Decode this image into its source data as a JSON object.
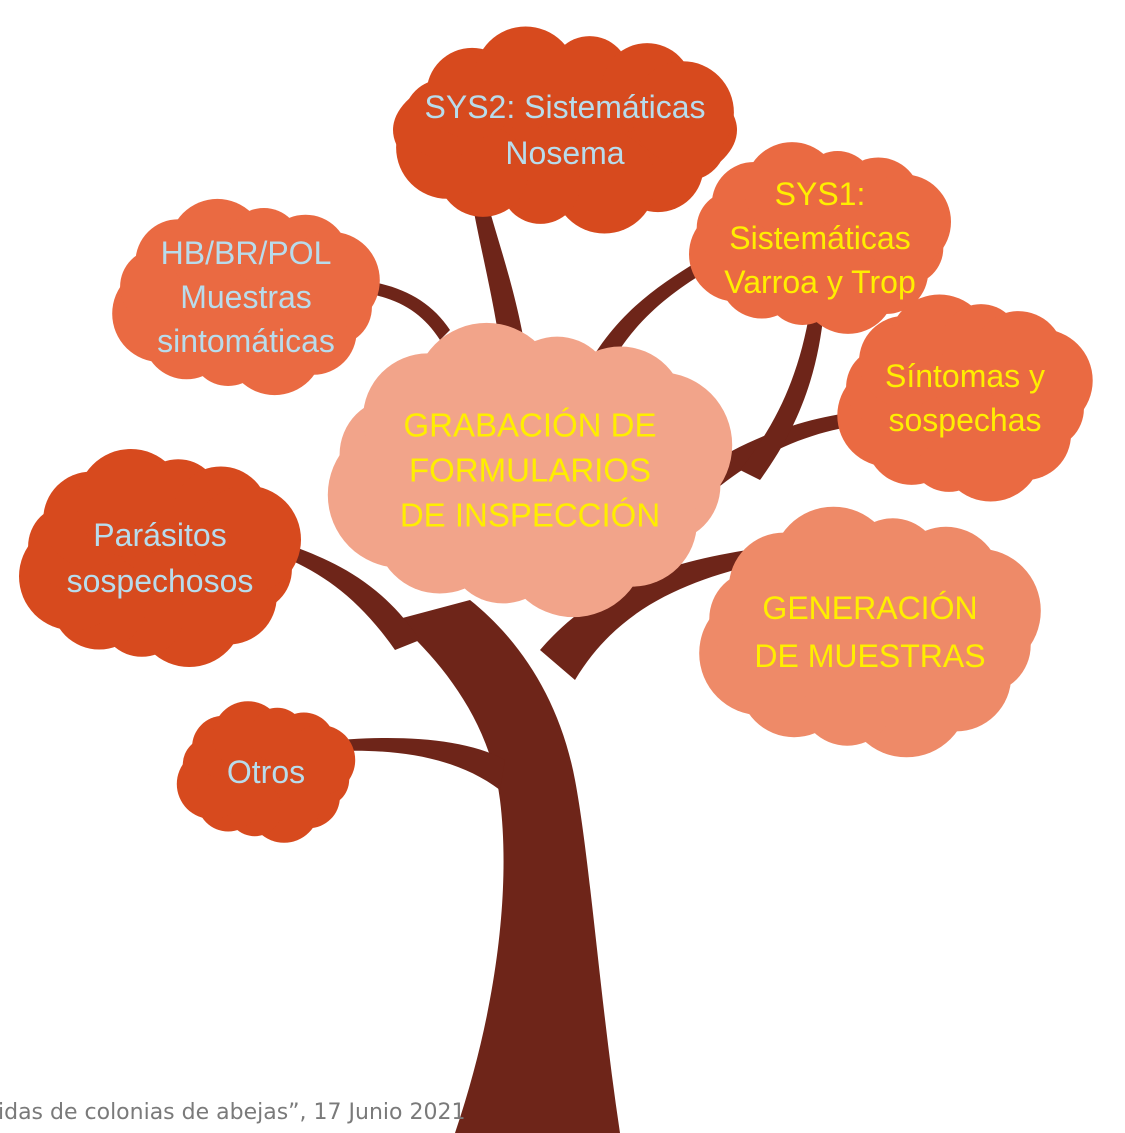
{
  "diagram": {
    "colors": {
      "trunk": "#6e2519",
      "cloud_dark": "#d74a1e",
      "cloud_mid": "#ea6a42",
      "cloud_light": "#ee8a68",
      "cloud_center": "#f2a48a",
      "text_blue": "#b8dcec",
      "text_yellow": "#ffee00"
    },
    "center": {
      "lines": [
        "GRABACIÓN DE",
        "FORMULARIOS",
        "DE INSPECCIÓN"
      ]
    },
    "clouds": [
      {
        "id": "sys2",
        "lines": [
          "SYS2: Sistemáticas",
          "Nosema"
        ]
      },
      {
        "id": "sys1",
        "lines": [
          "SYS1:",
          "Sistemáticas",
          "Varroa y Trop"
        ]
      },
      {
        "id": "hb",
        "lines": [
          "HB/BR/POL",
          "Muestras",
          "sintomáticas"
        ]
      },
      {
        "id": "sintomas",
        "lines": [
          "Síntomas y",
          "sospechas"
        ]
      },
      {
        "id": "parasitos",
        "lines": [
          "Parásitos",
          "sospechosos"
        ]
      },
      {
        "id": "generacion",
        "lines": [
          "GENERACIÓN",
          "DE MUESTRAS"
        ]
      },
      {
        "id": "otros",
        "lines": [
          "Otros"
        ]
      }
    ]
  },
  "footer": {
    "caption": "idas de colonias de abejas”, 17 Junio 2021"
  }
}
